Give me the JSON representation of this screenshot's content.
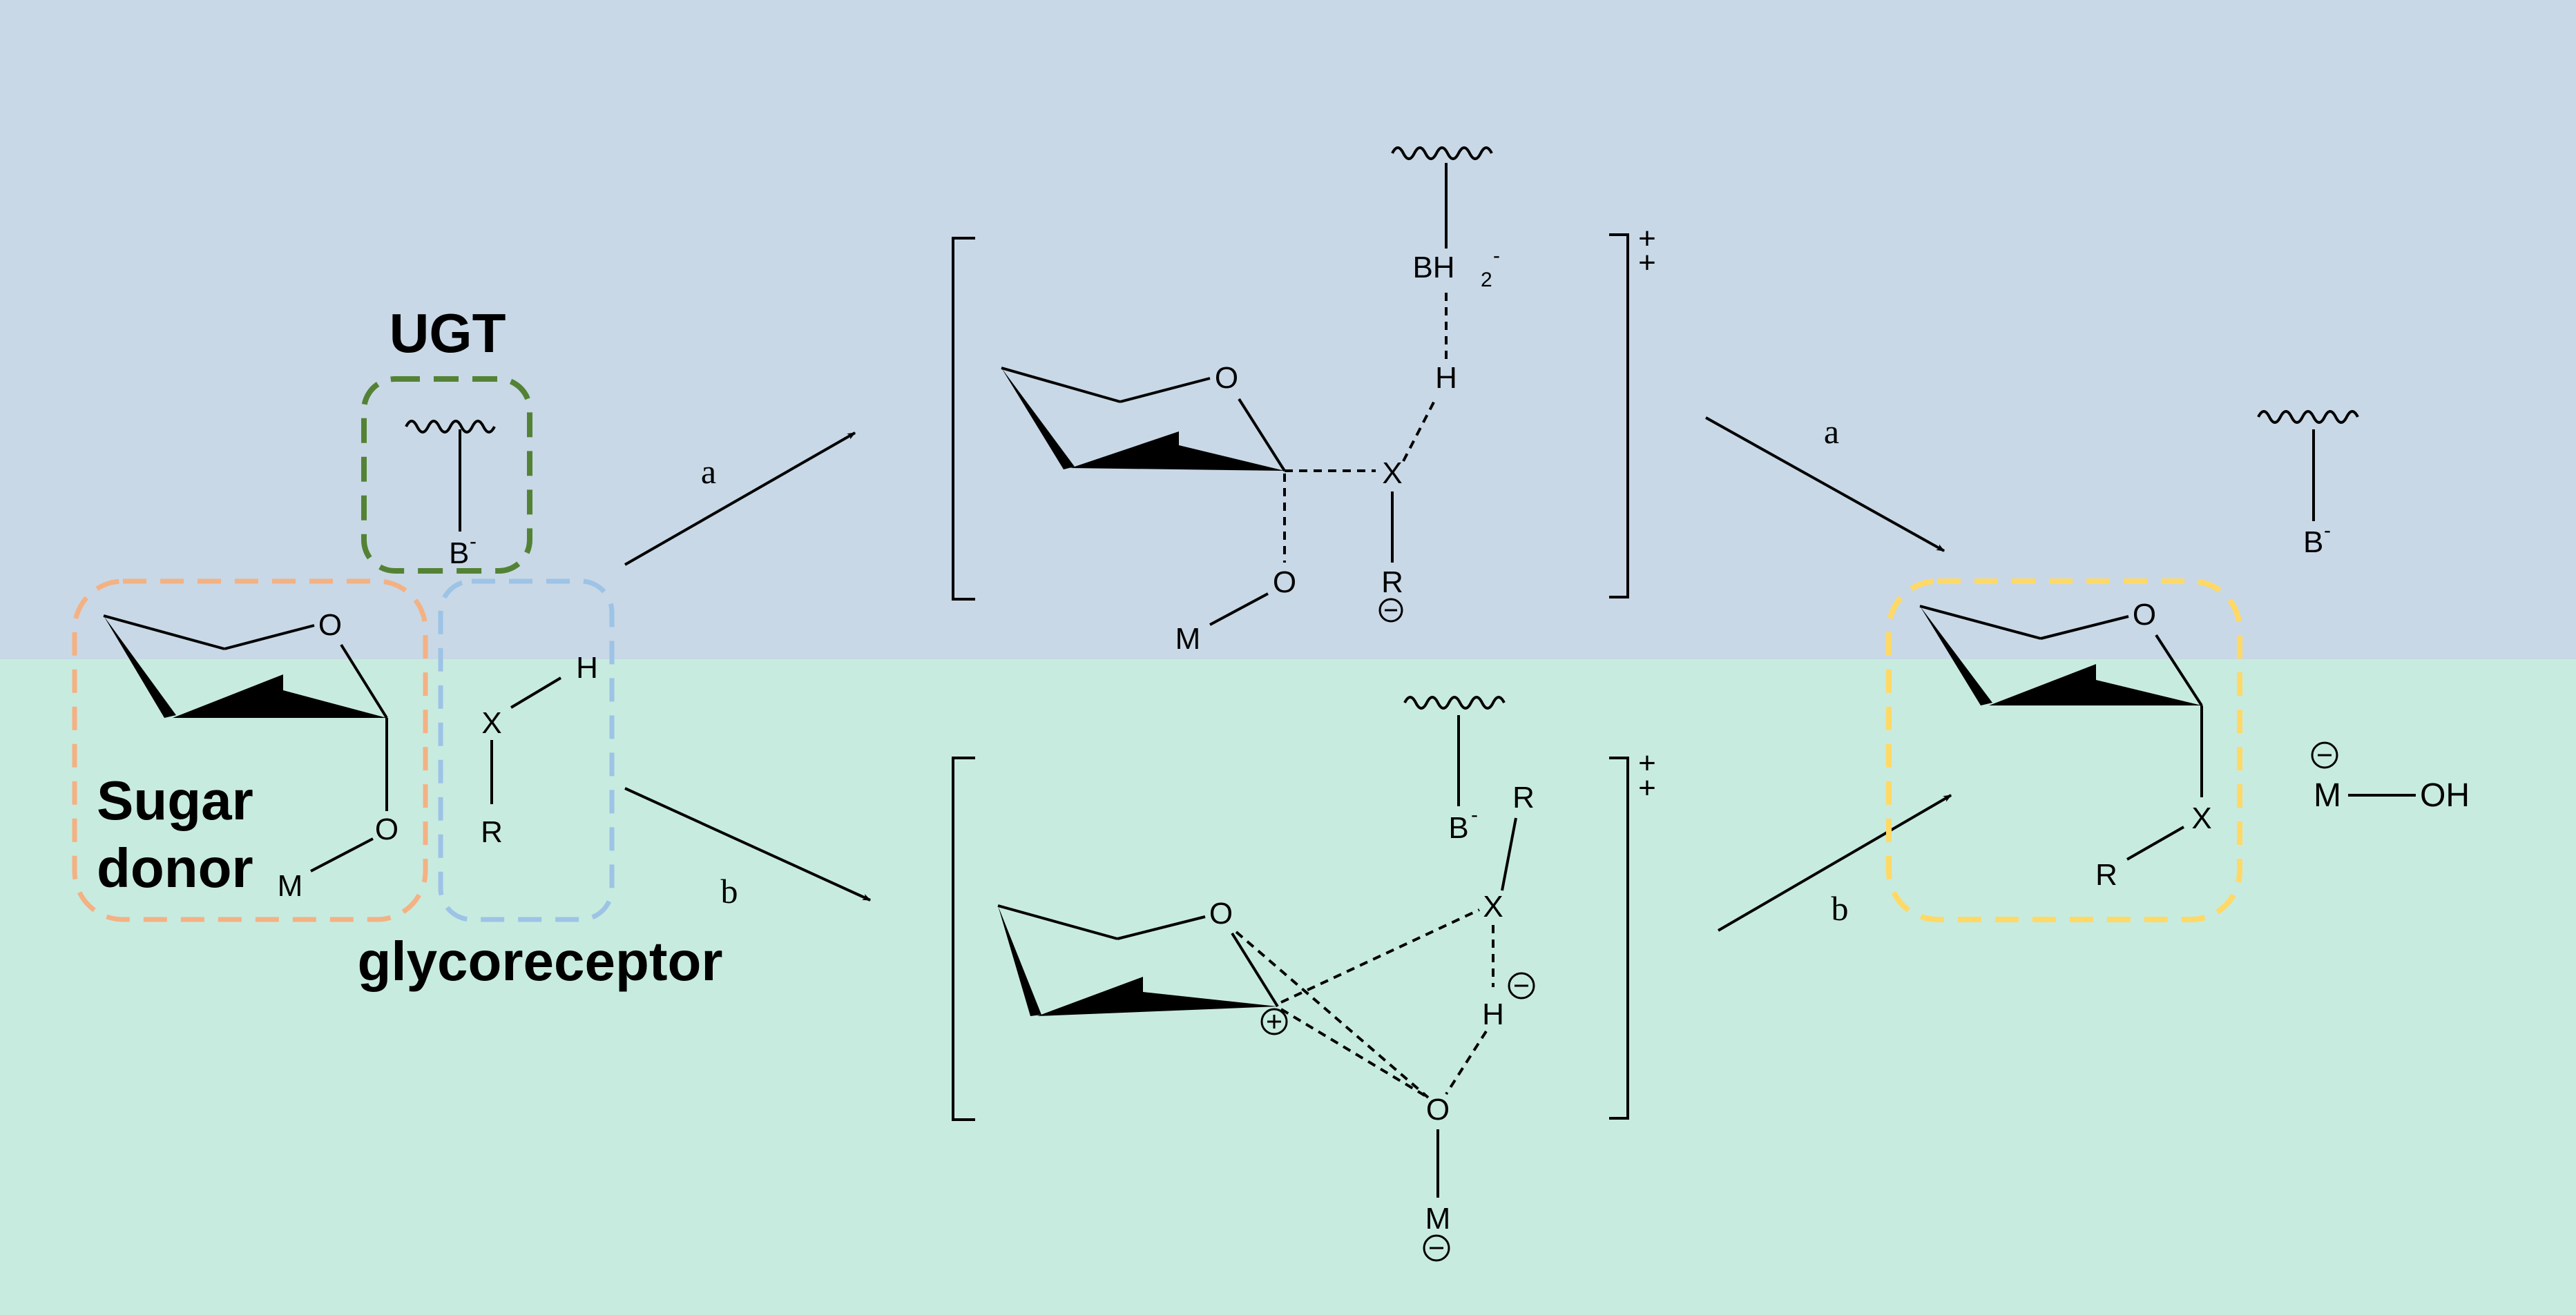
{
  "labels": {
    "ugt": "UGT",
    "sugar_donor_line1": "Sugar",
    "sugar_donor_line2": "donor",
    "glycoreceptor": "glycoreceptor",
    "path_a": "a",
    "path_b": "b",
    "charge_plus": "+"
  },
  "atoms": {
    "O": "O",
    "M": "M",
    "X": "X",
    "H": "H",
    "R": "R",
    "B": "B",
    "BH2": "BH",
    "sub2": "2",
    "minus": "-",
    "OH": "OH"
  },
  "colors": {
    "top_bg": "#c8d8e6",
    "bottom_bg": "#c8ebe0",
    "ugt_box": "#548235",
    "sugar_box": "#f4b183",
    "receptor_box": "#9dc3e6",
    "product_box": "#ffd966"
  }
}
